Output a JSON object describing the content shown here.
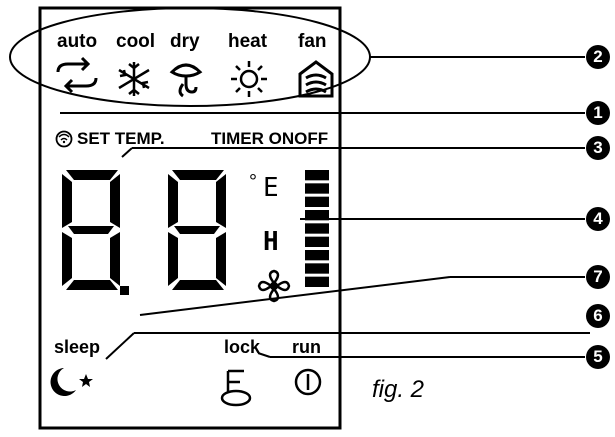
{
  "modes": [
    {
      "label": "auto",
      "icon": "auto-cycle-icon"
    },
    {
      "label": "cool",
      "icon": "snowflake-icon"
    },
    {
      "label": "dry",
      "icon": "dry-droplet-icon"
    },
    {
      "label": "heat",
      "icon": "sun-icon"
    },
    {
      "label": "fan",
      "icon": "fan-house-icon"
    }
  ],
  "indicators": {
    "set_temp": "SET TEMP.",
    "timer": "TIMER ONOFF",
    "sleep": "sleep",
    "lock": "lock",
    "run": "run"
  },
  "display": {
    "digit_1": "8",
    "digit_2": "8",
    "unit_symbol": "°",
    "speed_letter_top": "E",
    "speed_letter_bottom": "H",
    "bar_segments": 9
  },
  "callouts": [
    "1",
    "2",
    "3",
    "4",
    "5",
    "6",
    "7"
  ],
  "caption": "fig. 2"
}
